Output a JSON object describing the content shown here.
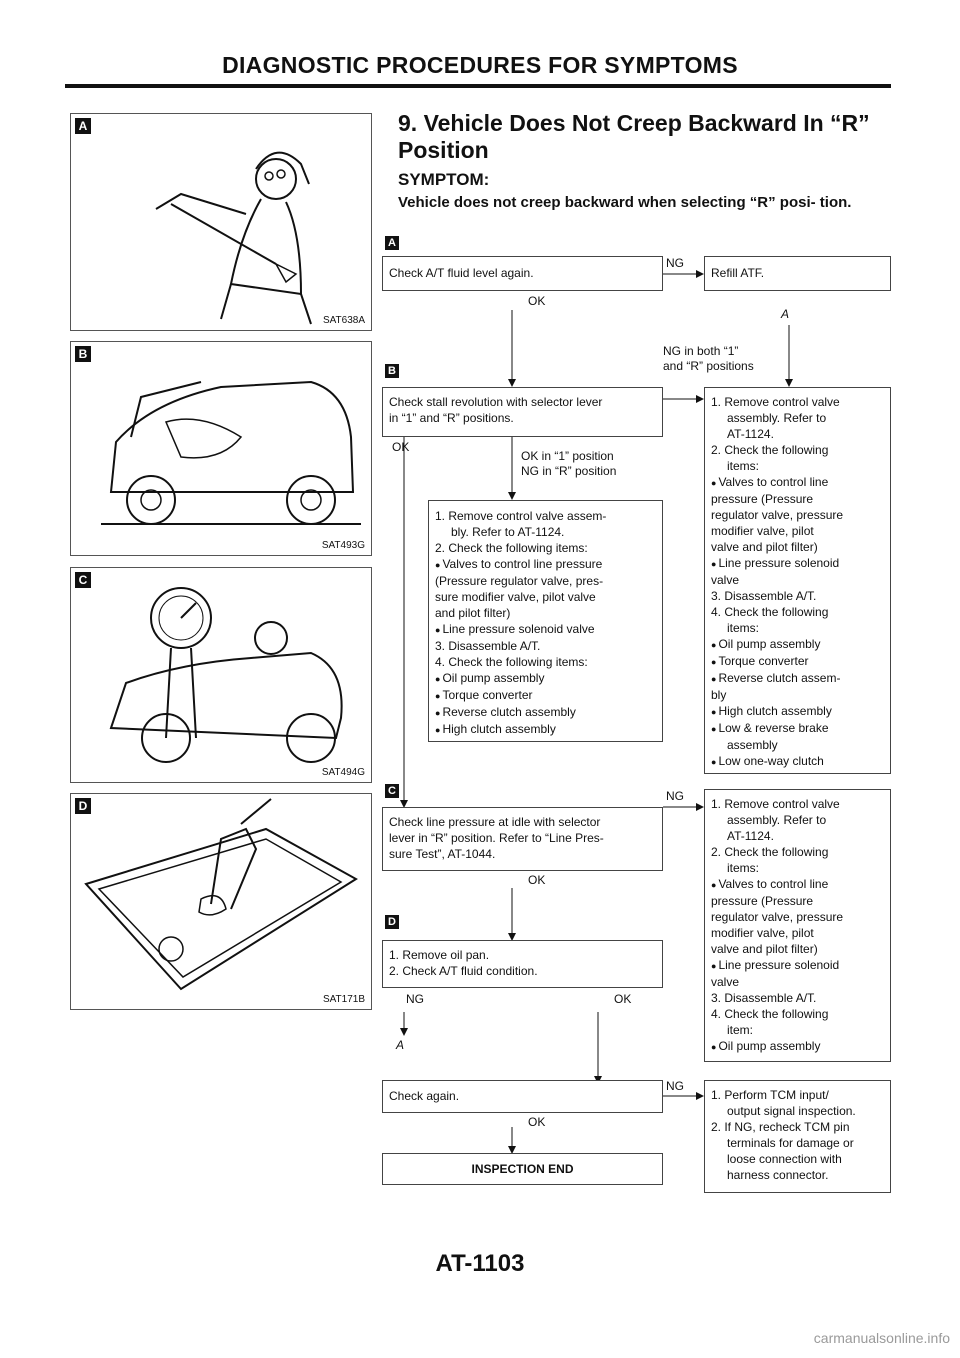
{
  "header": {
    "title": "DIAGNOSTIC PROCEDURES FOR SYMPTOMS"
  },
  "footer": {
    "page": "AT-1103",
    "watermark": "carmanualsonline.info"
  },
  "illustrations": [
    {
      "tag": "A",
      "code": "SAT638A",
      "icon": "mechanic-checking-dipstick"
    },
    {
      "tag": "B",
      "code": "SAT493G",
      "icon": "car-stall-test"
    },
    {
      "tag": "C",
      "code": "SAT494G",
      "icon": "car-line-pressure-gauge"
    },
    {
      "tag": "D",
      "code": "SAT171B",
      "icon": "oil-pan-inspection"
    }
  ],
  "section": {
    "title": "9. Vehicle Does Not Creep Backward In “R” Position",
    "symptom_label": "SYMPTOM:",
    "symptom_text": "Vehicle does not creep backward when selecting “R” posi- tion."
  },
  "flow": {
    "tags": {
      "a": "A",
      "b": "B",
      "c": "C",
      "d": "D"
    },
    "step_a": "Check A/T fluid level again.",
    "step_a_ng": "NG",
    "step_a_ng_result": "Refill ATF.",
    "step_a_ok": "OK",
    "connector_a": "A",
    "ng_both_1": "NG in both “1”",
    "ng_both_2": "and “R” positions",
    "step_b_1": "Check stall revolution with selector lever",
    "step_b_2": "in “1” and “R” positions.",
    "step_b_ok": "OK",
    "step_b_ok1_1": "OK in “1” position",
    "step_b_ok1_2": "NG in “R” position",
    "remedy_b_left": [
      "1. Remove control valve assem-",
      "bly. Refer to AT-1124.",
      "2. Check the following items:",
      "Valves to control line pressure",
      "(Pressure regulator valve, pres-",
      "sure modifier valve, pilot valve",
      "and pilot filter)",
      "Line pressure solenoid valve",
      "3. Disassemble A/T.",
      "4. Check the following items:",
      "Oil pump assembly",
      "Torque converter",
      "Reverse clutch assembly",
      "High clutch assembly"
    ],
    "remedy_b_right": [
      "1. Remove control valve",
      "assembly. Refer to",
      "AT-1124.",
      "2. Check the following",
      "items:",
      "Valves to control line",
      "pressure (Pressure",
      "regulator valve, pressure",
      "modifier valve, pilot",
      "valve and pilot filter)",
      "Line pressure solenoid",
      "valve",
      "3. Disassemble A/T.",
      "4. Check the following",
      "items:",
      "Oil pump assembly",
      "Torque converter",
      "Reverse clutch assem-",
      "bly",
      "High clutch assembly",
      "Low & reverse brake",
      "assembly",
      "Low one-way clutch"
    ],
    "step_c_1": "Check line pressure at idle with selector",
    "step_c_2": "lever in “R” position. Refer to “Line Pres-",
    "step_c_3": "sure Test”, AT-1044.",
    "step_c_ng": "NG",
    "step_c_ok": "OK",
    "remedy_c": [
      "1. Remove control valve",
      "assembly. Refer to",
      "AT-1124.",
      "2. Check the following",
      "items:",
      "Valves to control line",
      "pressure (Pressure",
      "regulator valve, pressure",
      "modifier valve, pilot",
      "valve and pilot filter)",
      "Line pressure solenoid",
      "valve",
      "3. Disassemble A/T.",
      "4. Check the following",
      "item:",
      "Oil pump assembly"
    ],
    "step_d_1": "1. Remove oil pan.",
    "step_d_2": "2. Check A/T fluid condition.",
    "step_d_ng": "NG",
    "step_d_ok": "OK",
    "connector_a2": "A",
    "step_e": "Check again.",
    "step_e_ng": "NG",
    "step_e_ok": "OK",
    "remedy_e": [
      "1. Perform TCM input/",
      "output signal inspection.",
      "2. If NG, recheck TCM pin",
      "terminals for damage or",
      "loose connection with",
      "harness connector."
    ],
    "end": "INSPECTION END"
  }
}
